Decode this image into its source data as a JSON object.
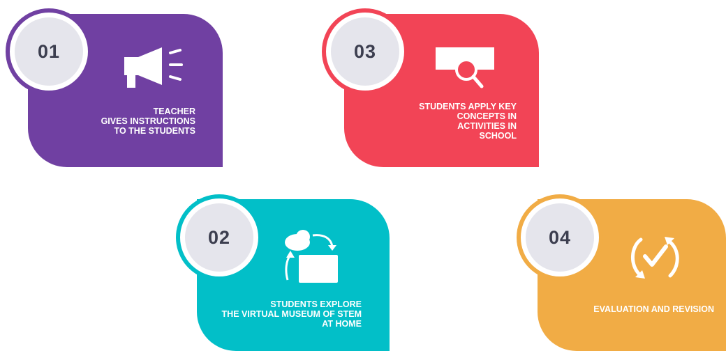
{
  "steps": [
    {
      "number": "01",
      "text": "TEACHER\nGIVES INSTRUCTIONS\nTO THE STUDENTS",
      "color": "#7040a2",
      "icon": "megaphone-icon"
    },
    {
      "number": "02",
      "text": "STUDENTS EXPLORE\nTHE VIRTUAL MUSEUM OF STEM\nAT HOME",
      "color": "#02bfc8",
      "icon": "cloud-sync-icon"
    },
    {
      "number": "03",
      "text": "STUDENTS APPLY KEY\nCONCEPTS IN\nACTIVITIES IN\nSCHOOL",
      "color": "#f24456",
      "icon": "search-icon"
    },
    {
      "number": "04",
      "text": "EVALUATION AND REVISION",
      "color": "#f1ac45",
      "icon": "check-refresh-icon"
    }
  ],
  "badge_color": "#e5e5ec",
  "number_color": "#3c3e4f"
}
